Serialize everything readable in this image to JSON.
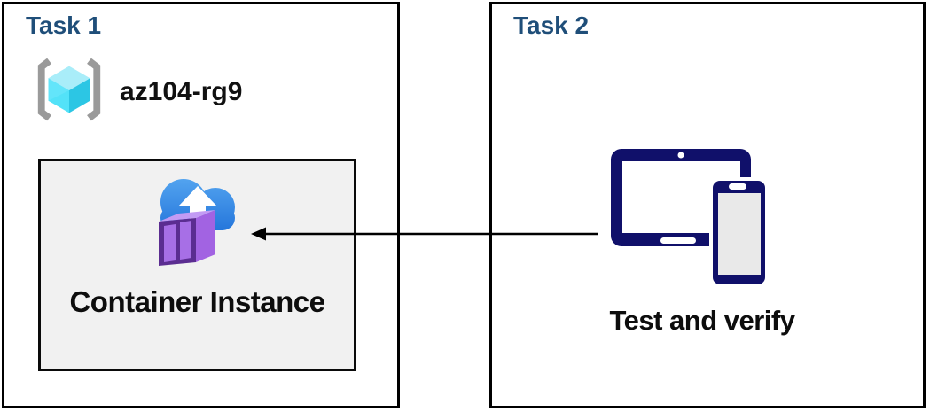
{
  "diagram": {
    "type": "azure-lab-task-diagram",
    "task1": {
      "title": "Task 1",
      "resource_group": {
        "name": "az104-rg9",
        "icon": "resource-group-icon"
      },
      "container_instance": {
        "label": "Container Instance",
        "icon": "container-instances-icon"
      }
    },
    "task2": {
      "title": "Task 2",
      "label": "Test and verify",
      "icon": "devices-icon"
    },
    "arrow": {
      "direction": "right-to-left",
      "from": "devices-icon",
      "to": "container-instance-box"
    }
  },
  "colors": {
    "title_navy": "#1f4e79",
    "box_border": "#000000",
    "inner_box_bg": "#f1f1f1",
    "device_navy": "#10106a",
    "cloud_blue_top": "#54a5f0",
    "cloud_blue_bottom": "#2273da",
    "cube_purple_front": "#5b2d91",
    "cube_purple_panel": "#a76fe6",
    "cube_purple_top": "#c29bf4",
    "cube_purple_side": "#a263e2",
    "rg_bracket_gray": "#9a9a9a",
    "rg_cube_top": "#a9edf9",
    "rg_cube_left": "#53e2f8",
    "rg_cube_right": "#2cc6e4"
  }
}
